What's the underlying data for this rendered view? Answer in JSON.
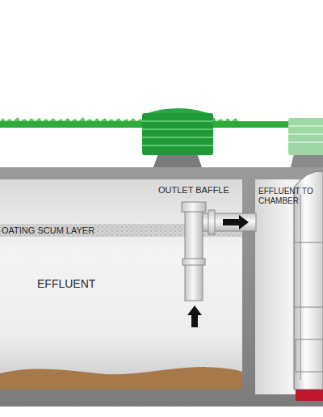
{
  "diagram": {
    "labels": [
      "OUTLET BAFFLE",
      "EFFLUENT TO CHAMBER",
      "OATING SCUM LAYER",
      "EFFLUENT"
    ]
  }
}
